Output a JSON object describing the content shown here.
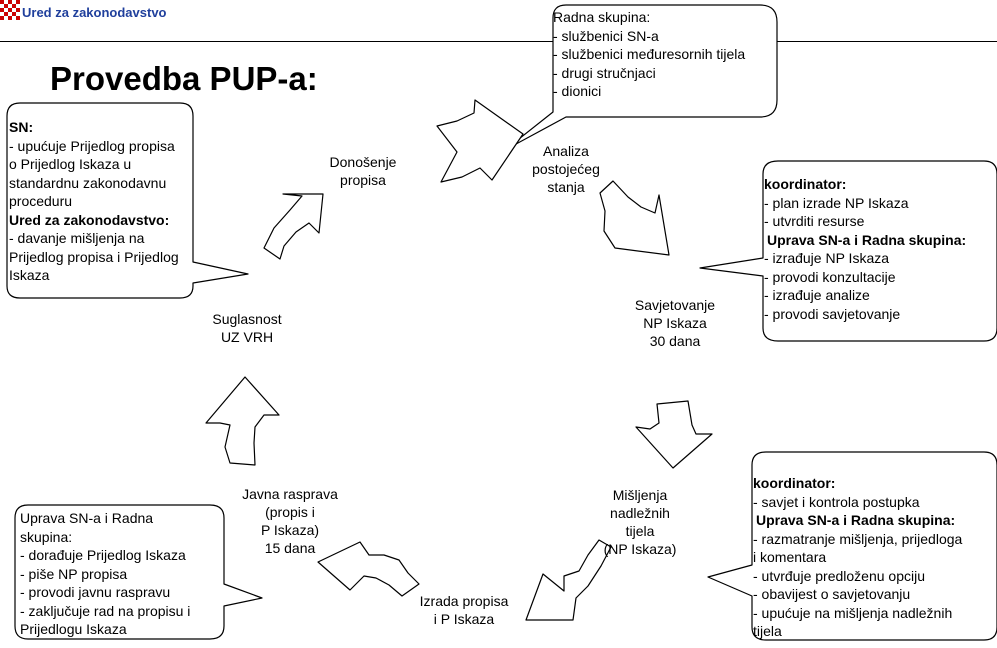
{
  "header": {
    "org": "Ured za zakonodavstvo",
    "logo_colors": [
      "#cc0000",
      "#ffffff"
    ]
  },
  "title": "Provedba PUP-a:",
  "stages": {
    "analiza": "Analiza\npostojećeg\nstanja",
    "savjetovanje": "Savjetovanje\nNP Iskaza\n30 dana",
    "misljenja": "Mišljenja\nnadležnih\ntijela\n(NP Iskaza)",
    "izrada": "Izrada propisa\ni P Iskaza",
    "javna": "Javna rasprava\n(propis i\nP Iskaza)\n15 dana",
    "suglasnost": "Suglasnost\nUZ VRH",
    "donosenje": "Donošenje\npropisa"
  },
  "boxes": {
    "radna": [
      "Radna skupina:",
      "- službenici SN-a",
      "- službenici međuresornih tijela",
      "- drugi stručnjaci",
      "- dionici"
    ],
    "sn": [
      "SN:",
      "- upućuje Prijedlog propisa",
      "o Prijedlog Iskaza u",
      "standardnu zakonodavnu",
      "proceduru",
      "Ured za zakonodavstvo:",
      "- davanje mišljenja na",
      "Prijedlog propisa i Prijedlog",
      "Iskaza"
    ],
    "koord1": [
      "koordinator:",
      "- plan izrade NP Iskaza",
      "- utvrditi resurse",
      "Uprava SN-a i Radna skupina:",
      "- izrađuje NP Iskaza",
      "- provodi konzultacije",
      "- izrađuje analize",
      "- provodi savjetovanje"
    ],
    "koord2": [
      "koordinator:",
      "- savjet i kontrola postupka",
      "Uprava SN-a i Radna skupina:",
      "- razmatranje mišljenja, prijedloga",
      "i komentara",
      "- utvrđuje predloženu opciju",
      "- obavijest o savjetovanju",
      "- upućuje na mišljenja nadležnih",
      "tijela"
    ],
    "uprava": [
      "Uprava SN-a i Radna",
      "skupina:",
      "- dorađuje Prijedlog Iskaza",
      "- piše NP propisa",
      "- provodi javnu raspravu",
      "- zaključuje rad na propisu i",
      "Prijedlogu Iskaza"
    ]
  }
}
